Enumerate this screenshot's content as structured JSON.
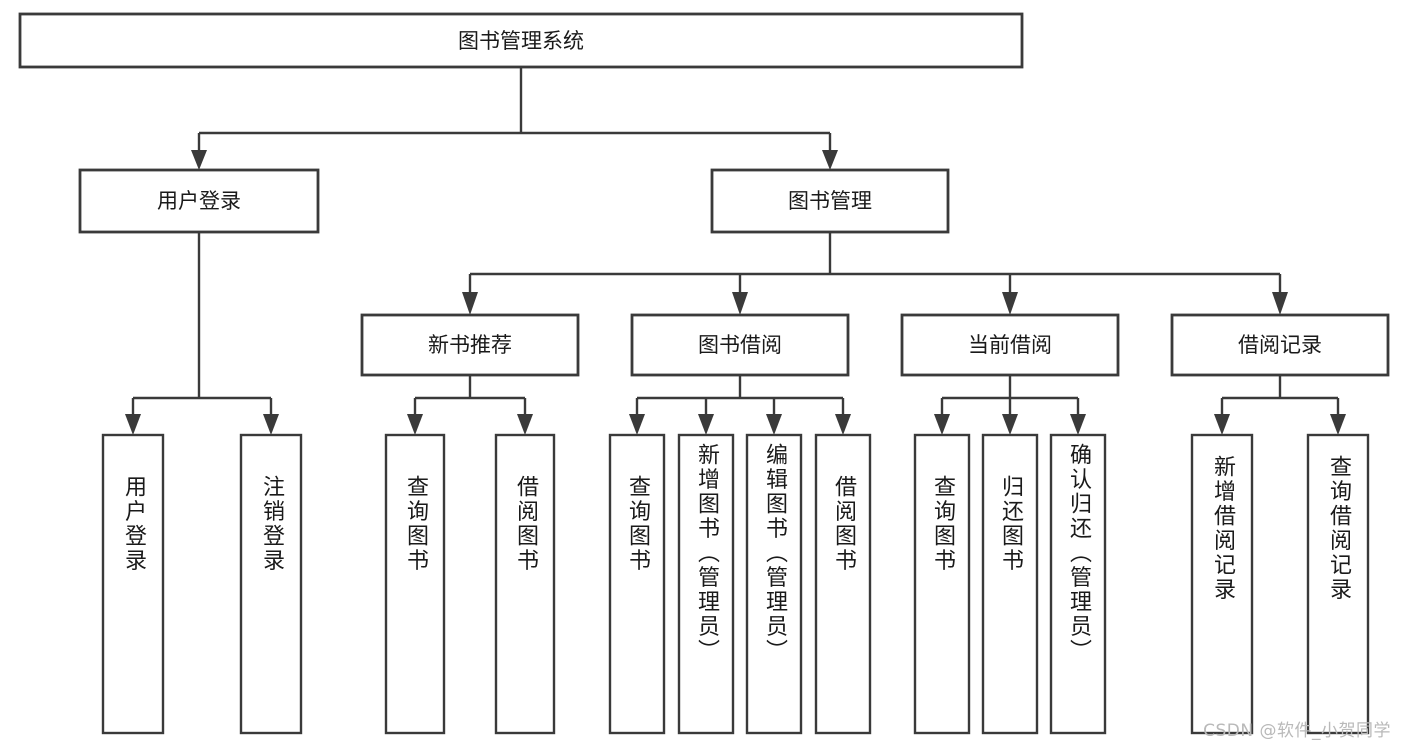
{
  "diagram": {
    "type": "tree-hierarchy",
    "title": "图书管理系统",
    "watermark": "CSDN @软件_小贺同学",
    "colors": {
      "stroke": "#3a3a3a",
      "fill": "#ffffff",
      "text": "#1a1a1a",
      "watermark": "#b9b9b9",
      "background": "#ffffff"
    },
    "root": {
      "label": "图书管理系统"
    },
    "level2": [
      {
        "label": "用户登录"
      },
      {
        "label": "图书管理"
      }
    ],
    "level3": [
      {
        "label": "新书推荐"
      },
      {
        "label": "图书借阅"
      },
      {
        "label": "当前借阅"
      },
      {
        "label": "借阅记录"
      }
    ],
    "leaves": {
      "user_login": [
        {
          "label": "用户登录"
        },
        {
          "label": "注销登录"
        }
      ],
      "new_book_recommend": [
        {
          "label": "查询图书"
        },
        {
          "label": "借阅图书"
        }
      ],
      "book_borrow": [
        {
          "label": "查询图书"
        },
        {
          "label": "新增图书（管理员）"
        },
        {
          "label": "编辑图书（管理员）"
        },
        {
          "label": "借阅图书"
        }
      ],
      "current_borrow": [
        {
          "label": "查询图书"
        },
        {
          "label": "归还图书"
        },
        {
          "label": "确认归还（管理员）"
        }
      ],
      "borrow_record": [
        {
          "label": "新增借阅记录"
        },
        {
          "label": "查询借阅记录"
        }
      ]
    }
  }
}
